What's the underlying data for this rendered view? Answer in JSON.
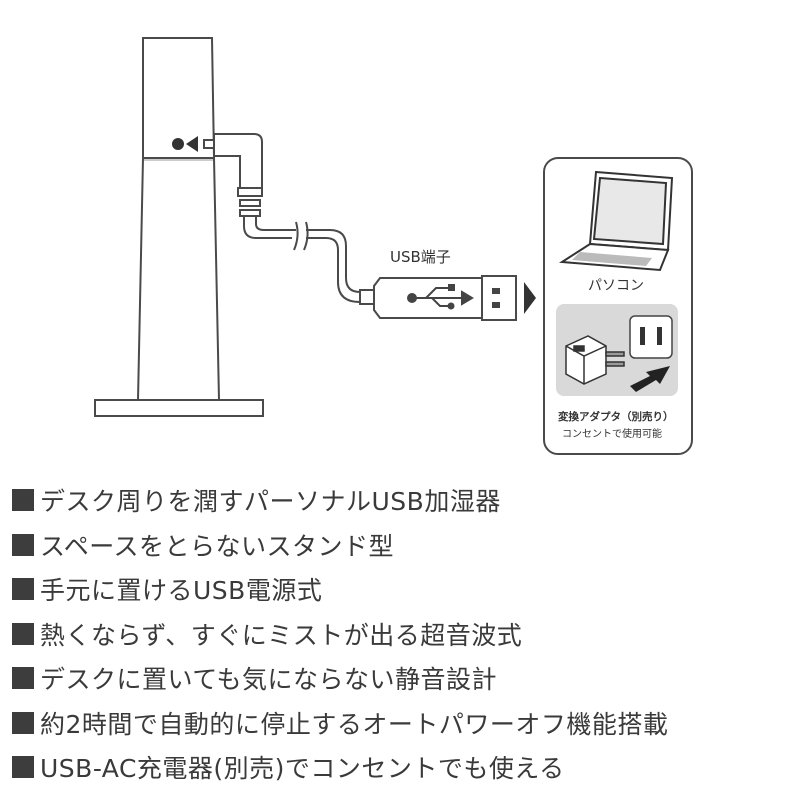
{
  "diagram": {
    "usb_port_label": "USB端子",
    "pc_label": "パソコン",
    "adapter_label": "変換アダプタ（別売り）",
    "outlet_label": "コンセントで使用可能"
  },
  "features": [
    "デスク周りを潤すパーソナルUSB加湿器",
    "スペースをとらないスタンド型",
    "手元に置けるUSB電源式",
    "熱くならず、すぐにミストが出る超音波式",
    "デスクに置いても気にならない静音設計",
    "約2時間で自動的に停止するオートパワーオフ機能搭載",
    "USB-AC充電器(別売)でコンセントでも使える"
  ]
}
